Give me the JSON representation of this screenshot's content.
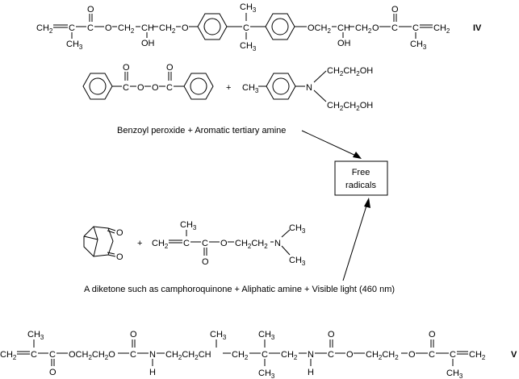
{
  "structure_iv": {
    "label": "IV",
    "ch2": "CH",
    "ch2_sub": "2",
    "eq_c": "C",
    "ch3": "CH",
    "ch3_sub": "3",
    "carbonyl_c": "C",
    "o_top": "O",
    "ester_o": "O",
    "ch2b": "CH",
    "ch2b_sub": "2",
    "ch_mid": "CH",
    "ch2c": "CH",
    "ch2c_sub": "2",
    "o_phenyl": "O",
    "oh": "OH",
    "quat_c": "C",
    "ch3_top": "CH",
    "ch3_top_sub": "3",
    "ch3_bot": "CH",
    "ch3_bot_sub": "3",
    "och2_r": "OCH",
    "och2_r_sub": "2",
    "ch_r": "CH",
    "ch2_r": "CH",
    "ch2_r_sub": "2",
    "o_r": "O",
    "oh_r": "OH",
    "carbonyl_r": "C",
    "o_top_r": "O",
    "c_r": "C",
    "ch2_end": "CH",
    "ch2_end_sub": "2",
    "ch3_r": "CH",
    "ch3_r_sub": "3"
  },
  "peroxide": {
    "c1": "C",
    "o1": "O",
    "o2": "O",
    "o3": "O",
    "c2": "C",
    "o4": "O",
    "plus": "+",
    "ch3": "CH",
    "ch3_sub": "3",
    "n": "N",
    "branch1": "CH",
    "branch1_sub": "2",
    "branch1_b": "CH",
    "branch1_b_sub": "2",
    "branch1_oh": "OH",
    "branch2": "CH",
    "branch2_sub": "2",
    "branch2_b": "CH",
    "branch2_b_sub": "2",
    "branch2_oh": "OH"
  },
  "caption_top": "Benzoyl peroxide + Aromatic tertiary amine",
  "free_radicals": {
    "line1": "Free",
    "line2": "radicals"
  },
  "camphor": {
    "o1": "O",
    "o2": "O",
    "plus": "+",
    "ch3_top": "CH",
    "ch3_top_sub": "3",
    "ch2": "CH",
    "ch2_sub": "2",
    "c1": "C",
    "c2": "C",
    "o_carb": "O",
    "o_ester": "O",
    "ch2a": "CH",
    "ch2a_sub": "2",
    "ch2b": "CH",
    "ch2b_sub": "2",
    "n": "N",
    "ch3_n1": "CH",
    "ch3_n1_sub": "3",
    "ch3_n2": "CH",
    "ch3_n2_sub": "3"
  },
  "caption_bottom": "A diketone such as camphoroquinone + Aliphatic amine + Visible light (460 nm)",
  "structure_v": {
    "label": "V",
    "ch2": "CH",
    "ch2_sub": "2",
    "c1": "C",
    "ch3": "CH",
    "ch3_sub": "3",
    "c2": "C",
    "o_c2": "O",
    "o_link": "OCH",
    "o_link_sub": "2",
    "ch2_link": "CH",
    "ch2_link_sub": "2",
    "o_link2": "O",
    "c3": "C",
    "o_c3": "O",
    "n1": "N",
    "h1": "H",
    "ch2_a": "CH",
    "ch2_a_sub": "2",
    "ch2_b": "CH",
    "ch2_b_sub": "2",
    "ch_mid": "CH",
    "ch3_mid": "CH",
    "ch3_mid_sub": "3",
    "ch2_c": "CH",
    "ch2_c_sub": "2",
    "c_quat": "C",
    "ch3_q1": "CH",
    "ch3_q1_sub": "3",
    "ch3_q2": "CH",
    "ch3_q2_sub": "3",
    "ch2_d": "CH",
    "ch2_d_sub": "2",
    "n2": "N",
    "h2": "H",
    "c4": "C",
    "o_c4": "O",
    "o_e1": "O",
    "ch2_e": "CH",
    "ch2_e_sub": "2",
    "ch2_f": "CH",
    "ch2_f_sub": "2",
    "o_e2": "O",
    "c5": "C",
    "o_c5": "O",
    "c6": "C",
    "ch2_end": "CH",
    "ch2_end_sub": "2",
    "ch3_end": "CH",
    "ch3_end_sub": "3"
  }
}
